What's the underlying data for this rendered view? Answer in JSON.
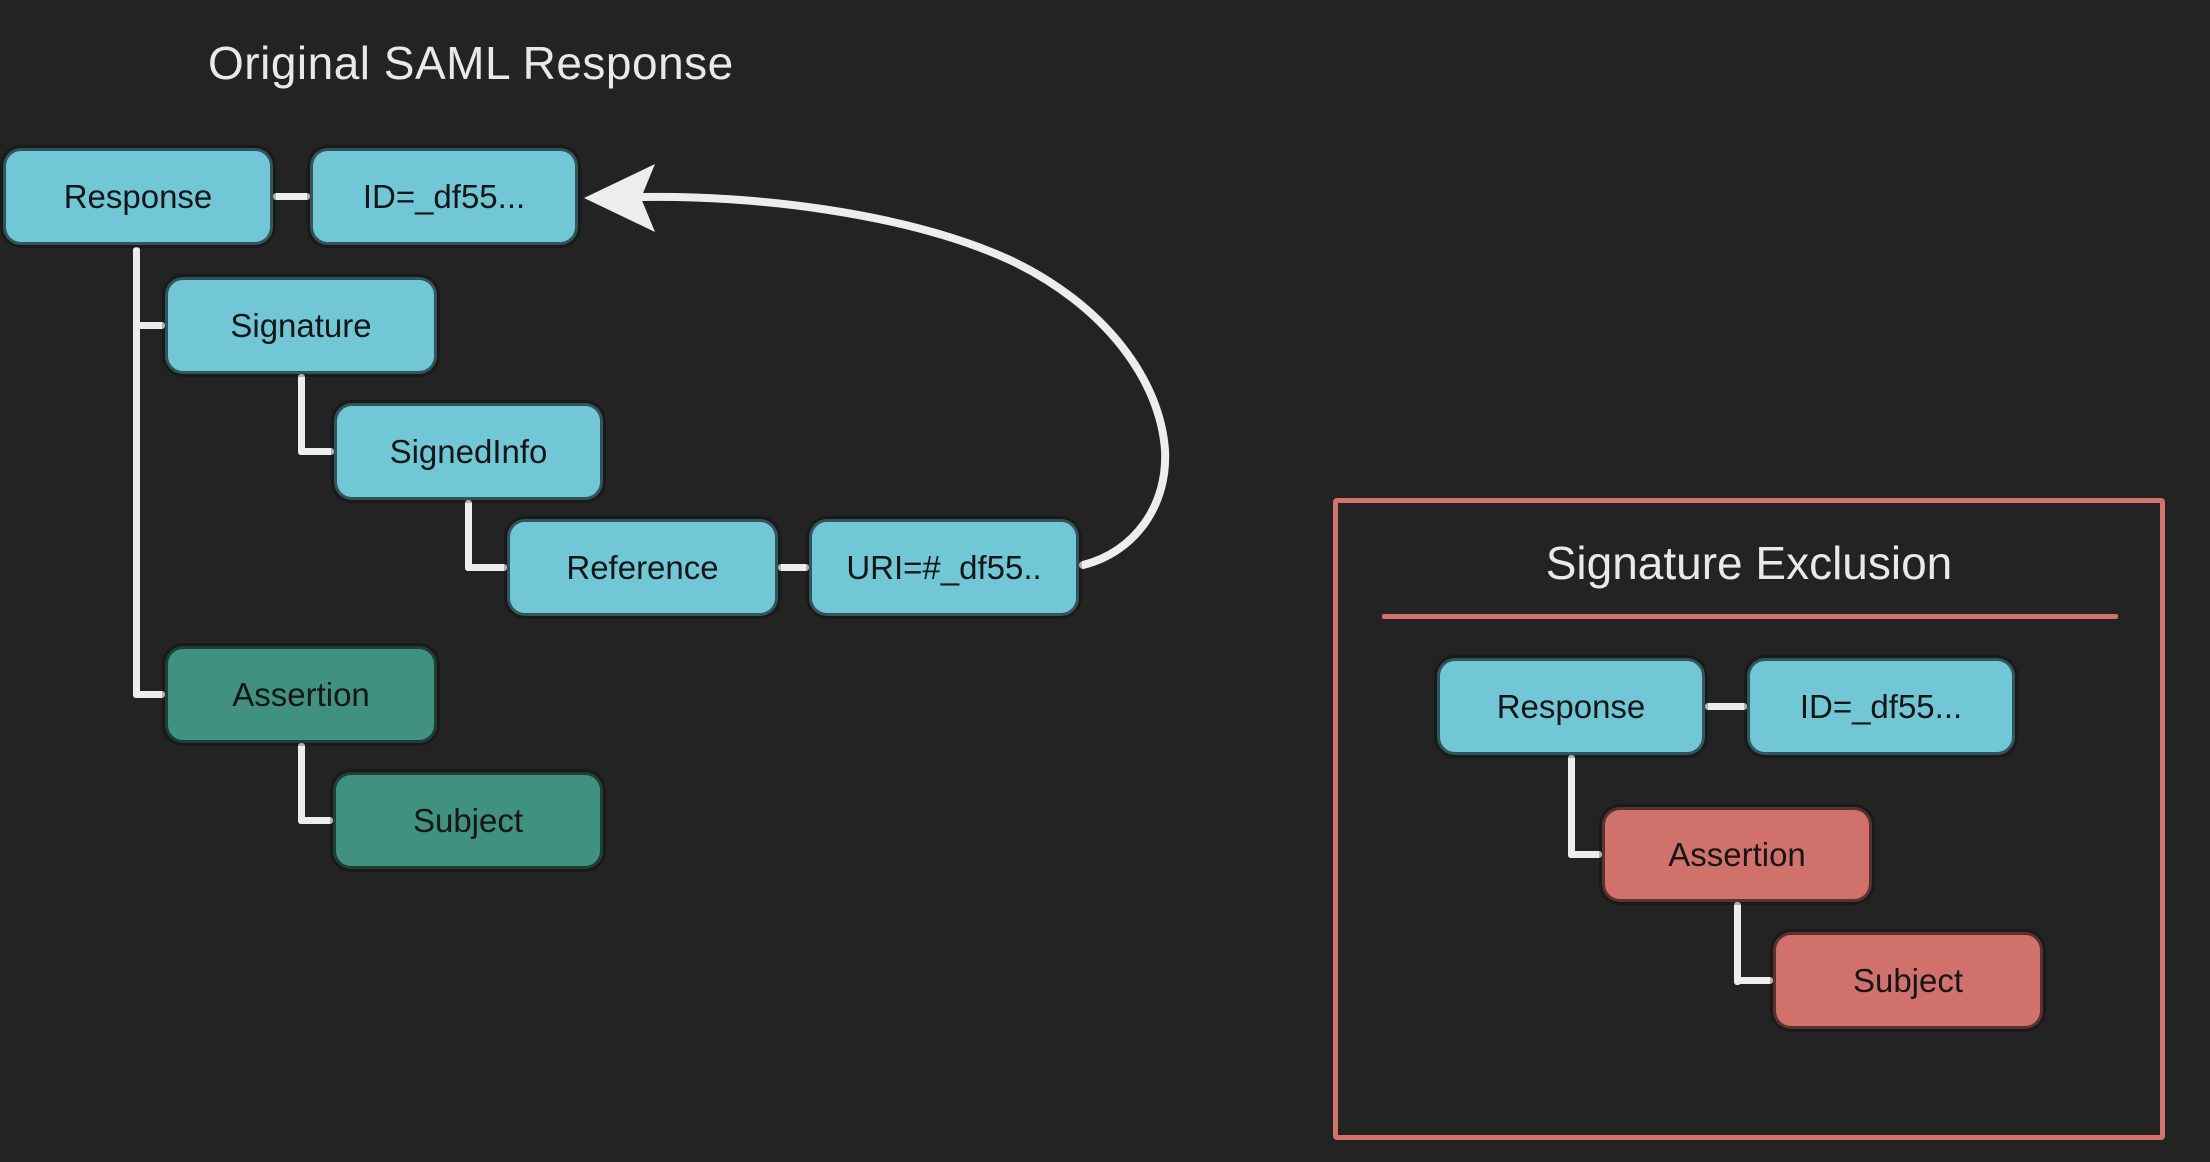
{
  "colors": {
    "background": "#232323",
    "node-cyan": "#72c7d6",
    "node-green": "#40917f",
    "node-salmon": "#d1716c",
    "panel-accent": "#d4726d",
    "connector": "#ededed",
    "title-text": "#e9e9e9",
    "node-text": "#161616"
  },
  "left": {
    "title": "Original SAML Response",
    "nodes": {
      "response": {
        "label": "Response"
      },
      "id_attr": {
        "label": "ID=_df55..."
      },
      "signature": {
        "label": "Signature"
      },
      "signed_info": {
        "label": "SignedInfo"
      },
      "reference": {
        "label": "Reference"
      },
      "uri_attr": {
        "label": "URI=#_df55.."
      },
      "assertion": {
        "label": "Assertion"
      },
      "subject": {
        "label": "Subject"
      }
    }
  },
  "right": {
    "title": "Signature Exclusion",
    "nodes": {
      "response": {
        "label": "Response"
      },
      "id_attr": {
        "label": "ID=_df55..."
      },
      "assertion": {
        "label": "Assertion"
      },
      "subject": {
        "label": "Subject"
      }
    }
  }
}
